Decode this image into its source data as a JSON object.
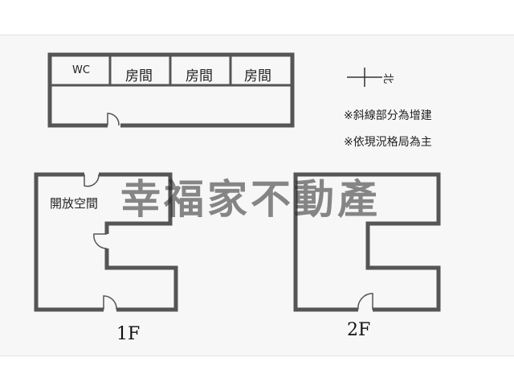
{
  "top_floor": {
    "rooms": [
      "WC",
      "房間",
      "房間",
      "房間"
    ]
  },
  "north_label": "北",
  "notes": [
    "※斜線部分為增建",
    "※依現況格局為主"
  ],
  "floors": {
    "first": {
      "room_label": "開放空間",
      "label": "1F"
    },
    "second": {
      "label": "2F"
    }
  },
  "watermark": "幸福家不動產",
  "colors": {
    "wall": "#555555",
    "background": "#f7f7f7",
    "watermark": "#333333"
  }
}
